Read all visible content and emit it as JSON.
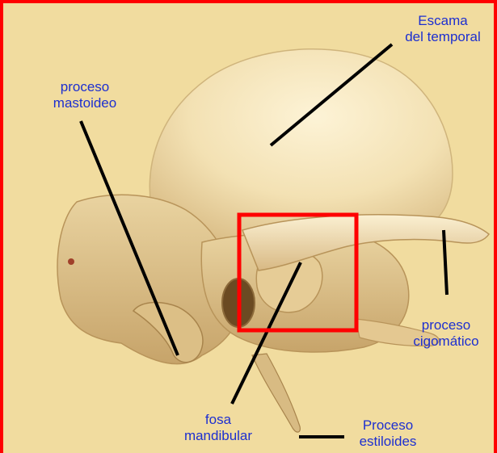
{
  "labels": {
    "escama_line1": "Escama",
    "escama_line2": "del temporal",
    "mastoideo_line1": "proceso",
    "mastoideo_line2": "mastoideo",
    "cigomatico_line1": "proceso",
    "cigomatico_line2": "cigomático",
    "fosa_line1": "fosa",
    "fosa_line2": "mandibular",
    "estiloides_line1": "Proceso",
    "estiloides_line2": "estiloides"
  },
  "colors": {
    "background": "#f1dc9f",
    "frame": "#ff0000",
    "highlight_box": "#ff0000",
    "label_text": "#1d2fd0",
    "leader_lines": "#000000",
    "bone": "#f3e1b3"
  }
}
